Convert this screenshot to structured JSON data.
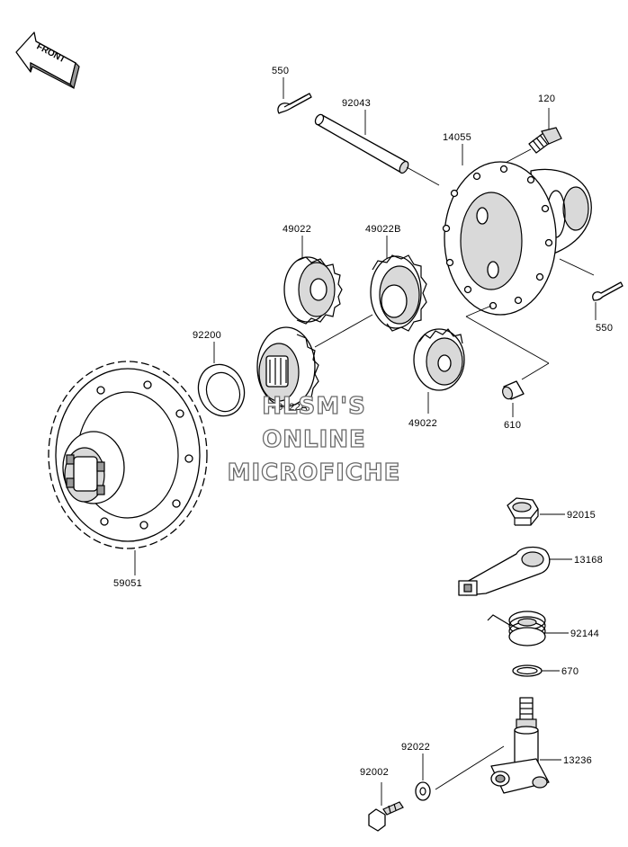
{
  "front_arrow": {
    "text": "FRONT"
  },
  "watermark": {
    "line1": "HLSM'S",
    "line2": "ONLINE",
    "line3": "MICROFICHE"
  },
  "labels": {
    "p550_top": "550",
    "p92043": "92043",
    "p120": "120",
    "p14055": "14055",
    "p49022_left": "49022",
    "p49022B": "49022B",
    "p550_right": "550",
    "p92200": "92200",
    "p49022A": "49022A",
    "p49022_bottom": "49022",
    "p610": "610",
    "p59051": "59051",
    "p92015": "92015",
    "p13168": "13168",
    "p92144": "92144",
    "p670": "670",
    "p92022": "92022",
    "p92002": "92002",
    "p13236": "13236"
  }
}
